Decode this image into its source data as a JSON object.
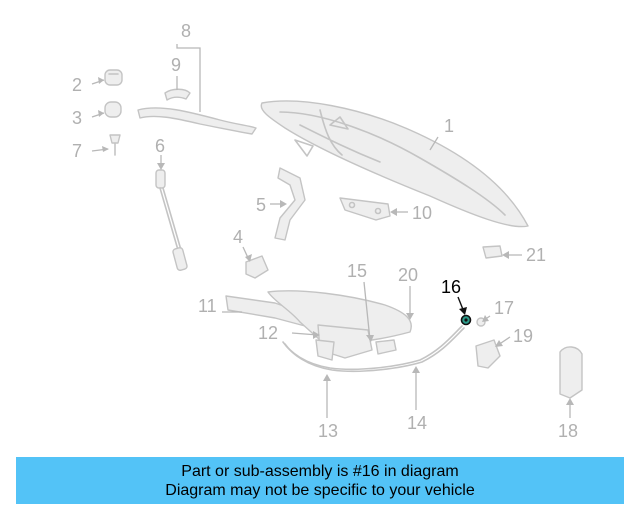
{
  "diagram": {
    "callouts": [
      "1",
      "2",
      "3",
      "4",
      "5",
      "6",
      "7",
      "8",
      "9",
      "10",
      "11",
      "12",
      "13",
      "14",
      "15",
      "16",
      "17",
      "18",
      "19",
      "20",
      "21"
    ],
    "highlighted": "16"
  },
  "colors": {
    "banner": "#53c3f7",
    "highlight_part": "#2d9c8b",
    "line_art": "#c4c4c4",
    "callout_text": "#b0b0b0",
    "highlight_text": "#000000"
  },
  "banner": {
    "line1": "Part or sub-assembly is #16 in diagram",
    "line2": "Diagram may not be specific to your vehicle"
  }
}
